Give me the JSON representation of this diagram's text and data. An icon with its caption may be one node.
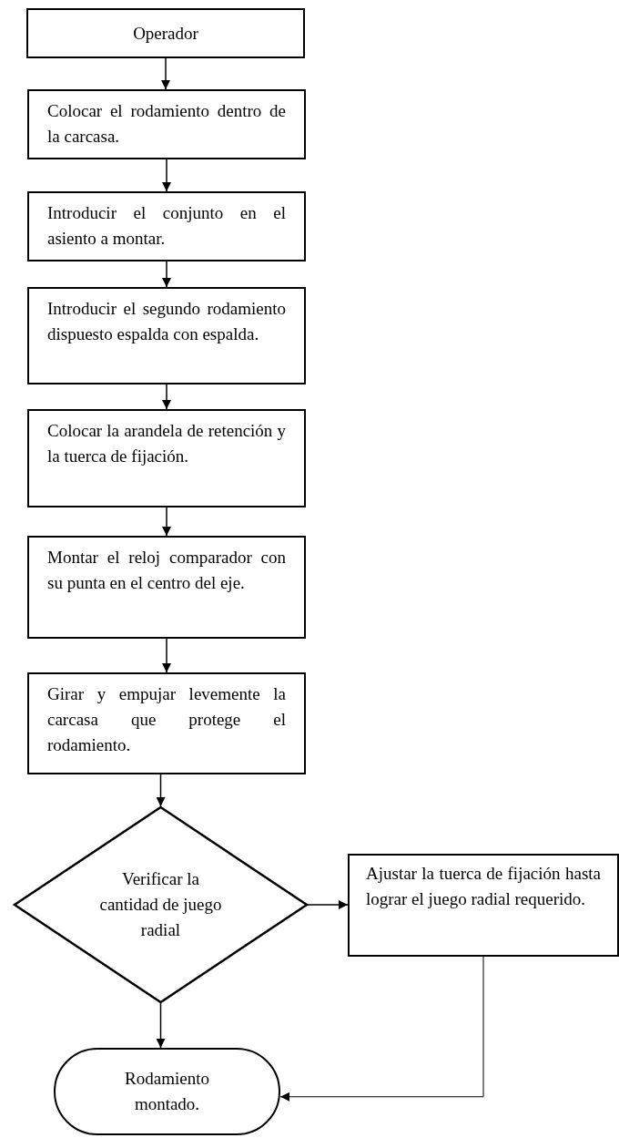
{
  "diagram": {
    "nodes": [
      {
        "text": [
          "Operador"
        ]
      },
      {
        "text": [
          "Colocar el rodamiento dentro de la carcasa."
        ]
      },
      {
        "text": [
          "Introducir el conjunto en el asiento a montar."
        ]
      },
      {
        "text": [
          "Introducir el segundo rodamiento dispuesto espalda con espalda."
        ]
      },
      {
        "text": [
          "Colocar la arandela de retención y la tuerca de fijación."
        ]
      },
      {
        "text": [
          "Montar el reloj comparador con su punta en el centro del eje."
        ]
      },
      {
        "text": [
          "Girar y empujar levemente la carcasa que protege el rodamiento."
        ]
      },
      {
        "text": [
          "Verificar la cantidad de juego radial"
        ]
      },
      {
        "text": [
          "Ajustar la tuerca de fijación hasta lograr el juego radial requerido."
        ]
      },
      {
        "text": [
          "Rodamiento montado."
        ]
      }
    ],
    "edges": [
      {
        "from": 0,
        "to": 1,
        "arrow": "to"
      },
      {
        "from": 1,
        "to": 2,
        "arrow": "to"
      },
      {
        "from": 2,
        "to": 3,
        "arrow": "to"
      },
      {
        "from": 3,
        "to": 4,
        "arrow": "to"
      },
      {
        "from": 4,
        "to": 5,
        "arrow": "to"
      },
      {
        "from": 5,
        "to": 6,
        "arrow": "to"
      },
      {
        "from": 6,
        "to": 7,
        "arrow": "to"
      },
      {
        "from": 7,
        "to": 8,
        "arrow": "to"
      },
      {
        "from": 7,
        "to": 9,
        "arrow": "to"
      },
      {
        "from": 8,
        "to": 9,
        "arrow": "to"
      }
    ]
  }
}
